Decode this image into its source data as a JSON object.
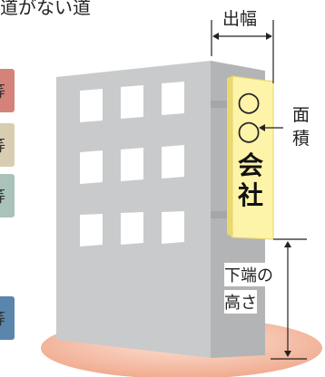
{
  "title_fragment": "道がない道",
  "labels": {
    "projection_width": "出幅",
    "area_line1": "面",
    "area_line2": "積",
    "bottom_height_line1": "下端の",
    "bottom_height_line2": "高さ"
  },
  "sign": {
    "mark1": "○",
    "mark2": "○",
    "char1": "会",
    "char2": "社"
  },
  "side_tags": [
    {
      "glyph": "等",
      "color": "#d4837a"
    },
    {
      "glyph": "等",
      "color": "#d9cdb1"
    },
    {
      "glyph": "等",
      "color": "#a9c3bb"
    },
    {
      "glyph": "等",
      "color": "#5a85ac"
    }
  ],
  "colors": {
    "building_front": "#c9cacb",
    "building_side": "#b3b4b5",
    "sign_fill": "#fdf3a9",
    "ground": "#f2b9a1",
    "window": "#ffffff"
  }
}
